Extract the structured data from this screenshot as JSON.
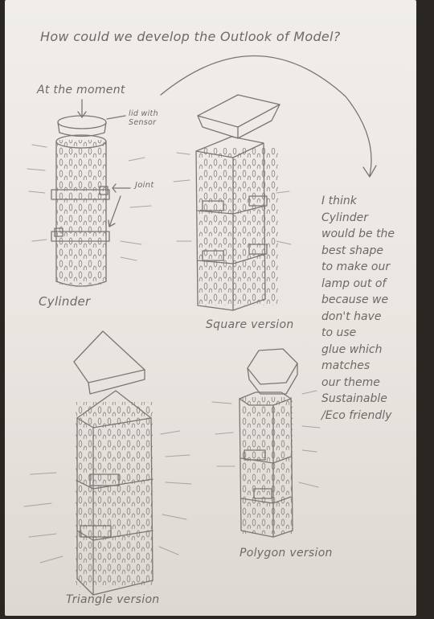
{
  "title": "How could we develop the Outlook of Model?",
  "labels": {
    "at_moment": "At the moment",
    "lid_line1": "lid with",
    "lid_line2": "Sensor",
    "joint": "Joint",
    "cylinder": "Cylinder",
    "square": "Square version",
    "triangle": "Triangle version",
    "polygon": "Polygon version"
  },
  "note_lines": [
    "I think",
    "Cylinder",
    "would be the",
    "best shape",
    "to make our",
    "lamp out of",
    "because we",
    "don't have",
    "to use",
    "glue which",
    "matches",
    "our theme",
    "Sustainable",
    "/Eco friendly"
  ],
  "colors": {
    "paper": "#ece8e3",
    "pencil": "#6d6a66",
    "background": "#2a2622"
  }
}
